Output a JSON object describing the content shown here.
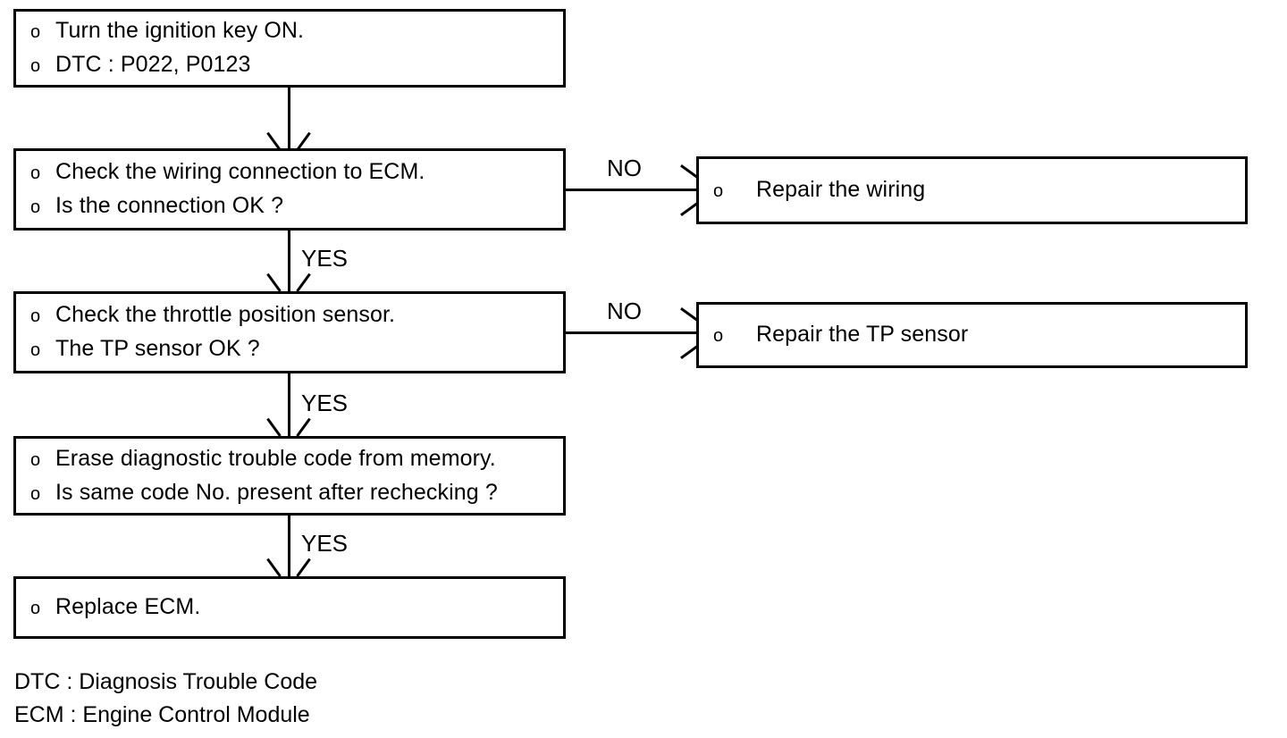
{
  "diagram": {
    "title": "DTC Diagnostic Troubleshooting Flowchart",
    "bullet_glyph": "o",
    "ink_color": "#000000",
    "paper_color": "#ffffff"
  },
  "nodes": {
    "start": {
      "lines": [
        "Turn the ignition key ON.",
        "DTC : P022, P0123"
      ]
    },
    "check_wiring": {
      "lines": [
        "Check the wiring connection to ECM.",
        "Is the connection OK ?"
      ]
    },
    "repair_wiring": {
      "lines": [
        "Repair the wiring"
      ]
    },
    "check_tp_sensor": {
      "lines": [
        "Check the throttle position sensor.",
        "The TP sensor OK ?"
      ]
    },
    "repair_tp_sensor": {
      "lines": [
        "Repair the TP sensor"
      ]
    },
    "erase_code": {
      "lines": [
        "Erase diagnostic trouble code from memory.",
        "Is same code No. present after rechecking ?"
      ]
    },
    "replace_ecm": {
      "lines": [
        "Replace ECM."
      ]
    }
  },
  "edges": {
    "wiring_no": "NO",
    "wiring_yes": "YES",
    "tp_no": "NO",
    "tp_yes": "YES",
    "erase_yes": "YES"
  },
  "legend": {
    "rows": [
      "DTC : Diagnosis Trouble Code",
      "ECM : Engine Control Module"
    ]
  }
}
